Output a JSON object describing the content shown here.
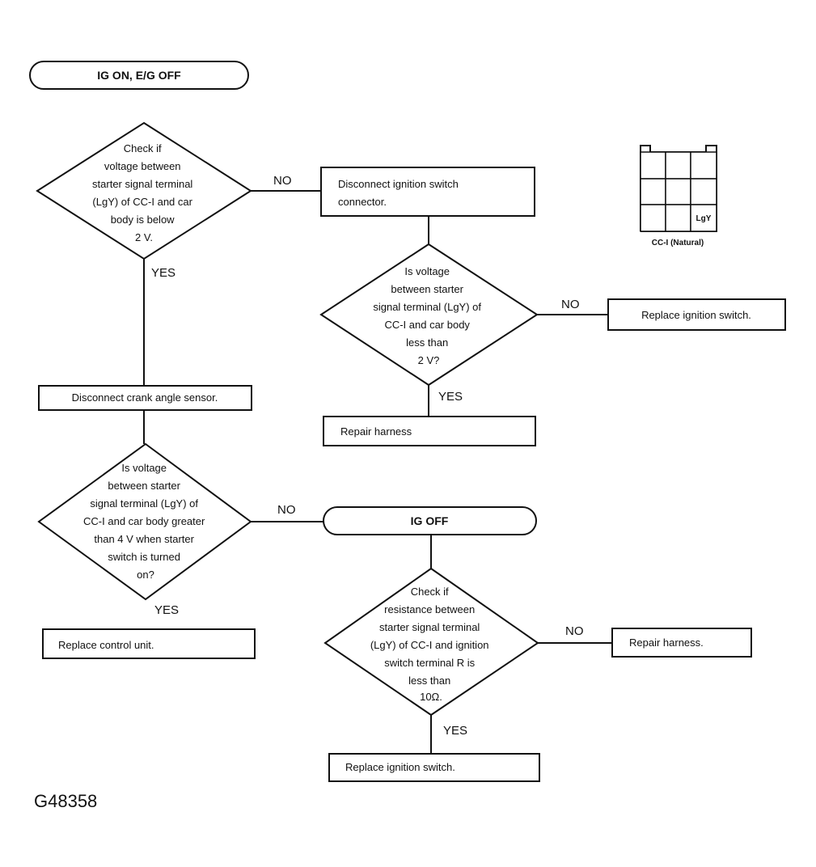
{
  "start": {
    "label": "IG ON, E/G OFF"
  },
  "decision1": {
    "lines": [
      "Check if",
      "voltage between",
      "starter signal terminal",
      "(LgY) of CC-I and car",
      "body is below",
      "2 V."
    ]
  },
  "box_disconnect_ign": {
    "lines": [
      "Disconnect ignition switch",
      "connector."
    ]
  },
  "decision2": {
    "lines": [
      "Is voltage",
      "between starter",
      "signal terminal (LgY) of",
      "CC-I and car body",
      "less than",
      "2 V?"
    ]
  },
  "box_replace_ign_1": {
    "label": "Replace ignition switch."
  },
  "box_repair_harness_1": {
    "label": "Repair harness"
  },
  "box_disconnect_crank": {
    "label": "Disconnect crank angle sensor."
  },
  "decision3": {
    "lines": [
      "Is voltage",
      "between starter",
      "signal terminal (LgY) of",
      "CC-I and car body greater",
      "than 4 V when starter",
      "switch is turned",
      "on?"
    ]
  },
  "box_replace_control": {
    "label": "Replace control unit."
  },
  "ig_off": {
    "label": "IG OFF"
  },
  "decision4": {
    "lines": [
      "Check if",
      "resistance between",
      "starter signal terminal",
      "(LgY) of CC-I and ignition",
      "switch terminal R is",
      "less than",
      "10Ω."
    ]
  },
  "box_repair_harness_2": {
    "label": "Repair harness."
  },
  "box_replace_ign_2": {
    "label": "Replace ignition switch."
  },
  "labels": {
    "no": "NO",
    "yes": "YES"
  },
  "connector": {
    "terminal": "LgY",
    "caption": "CC-I (Natural)"
  },
  "figure_code": "G48358"
}
